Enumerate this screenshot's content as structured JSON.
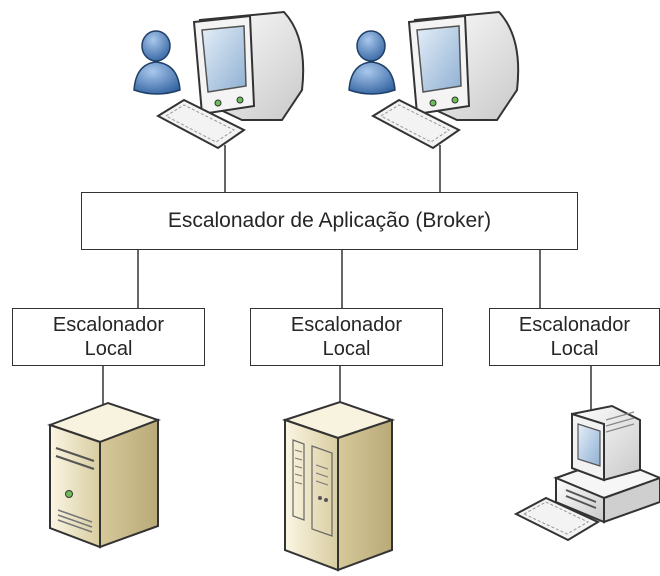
{
  "diagram": {
    "broker_label": "Escalonador de Aplicação (Broker)",
    "local_schedulers": [
      {
        "line1": "Escalonador",
        "line2": "Local"
      },
      {
        "line1": "Escalonador",
        "line2": "Local"
      },
      {
        "line1": "Escalonador",
        "line2": "Local"
      }
    ],
    "icons": {
      "users": [
        "user-workstation-icon",
        "user-workstation-icon"
      ],
      "resources": [
        "tower-server-icon",
        "rack-server-icon",
        "desktop-computer-icon"
      ]
    },
    "colors": {
      "user_blue": "#4f7fb8",
      "monitor_blue": "#a9c2dc",
      "server_beige": "#ece4c6",
      "line": "#333333"
    }
  }
}
